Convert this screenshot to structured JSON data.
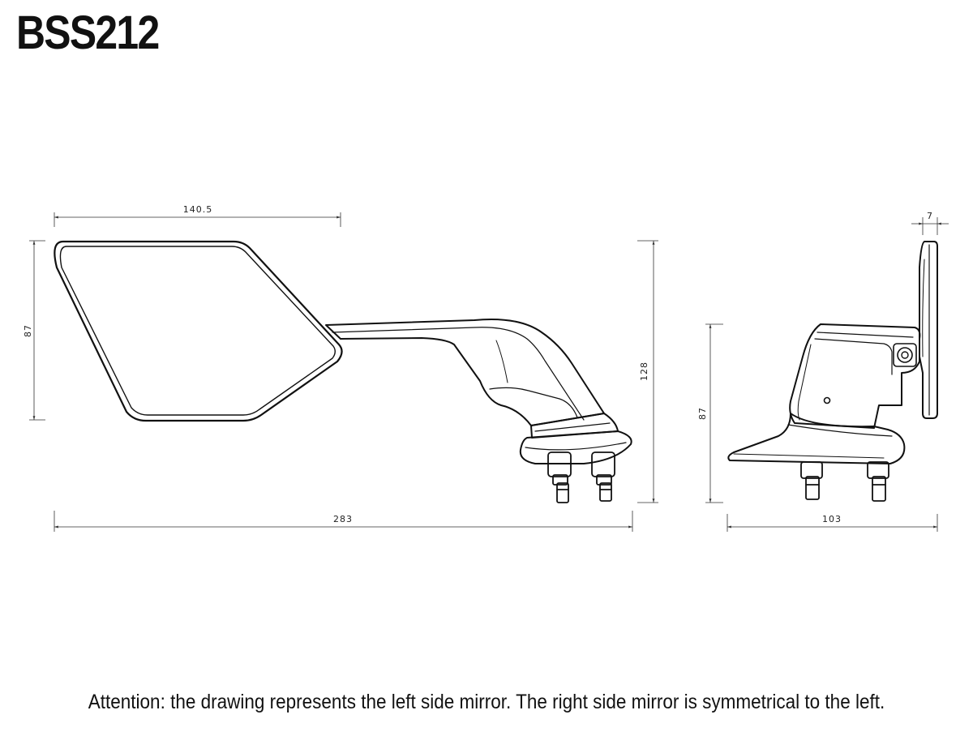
{
  "title": "BSS212",
  "dimensions": {
    "front_mirror_width": "140.5",
    "front_mirror_height": "87",
    "front_total_height": "128",
    "front_total_width": "283",
    "side_glass_thickness": "7",
    "side_height": "87",
    "side_width": "103"
  },
  "note": "Attention: the drawing represents the left side mirror. The right side mirror is symmetrical to the left."
}
